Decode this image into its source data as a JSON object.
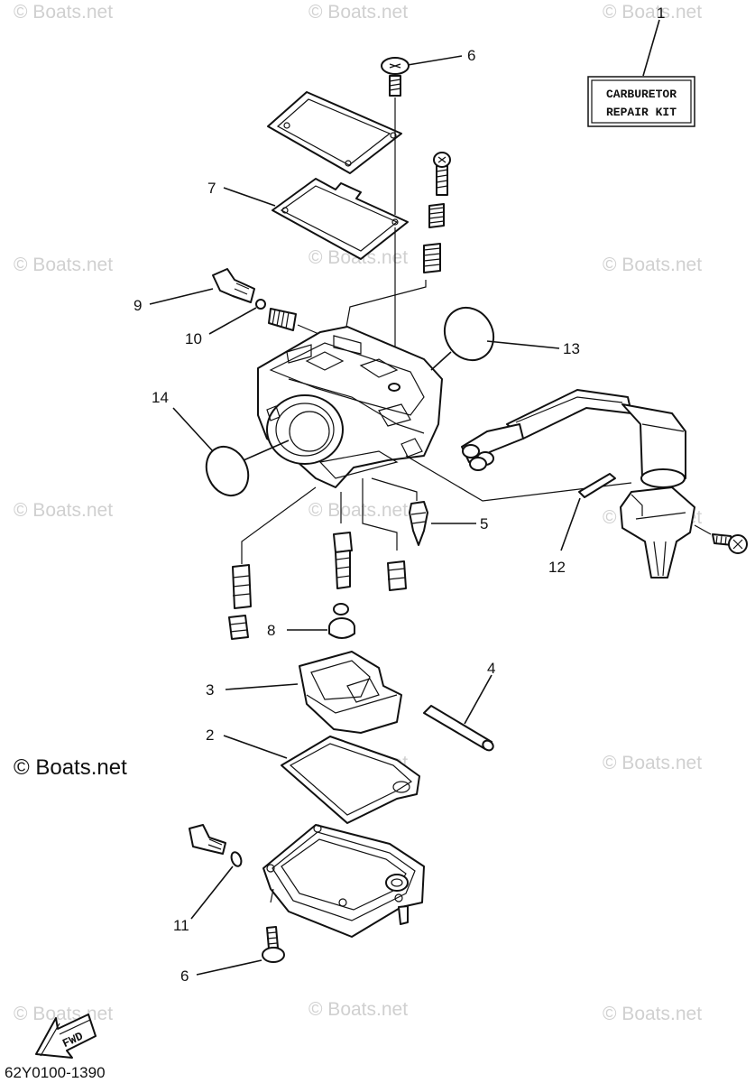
{
  "watermark": "© Boats.net",
  "watermark_main": "© Boats.net",
  "kit_box": {
    "line1": "CARBURETOR",
    "line2": "REPAIR KIT"
  },
  "fwd_label": "FWD",
  "diagram_code": "62Y0100-1390",
  "callouts": {
    "c1": "1",
    "c2": "2",
    "c3": "3",
    "c4": "4",
    "c5": "5",
    "c6a": "6",
    "c6b": "6",
    "c7": "7",
    "c8": "8",
    "c9": "9",
    "c10": "10",
    "c11": "11",
    "c12": "12",
    "c13": "13",
    "c14": "14"
  }
}
